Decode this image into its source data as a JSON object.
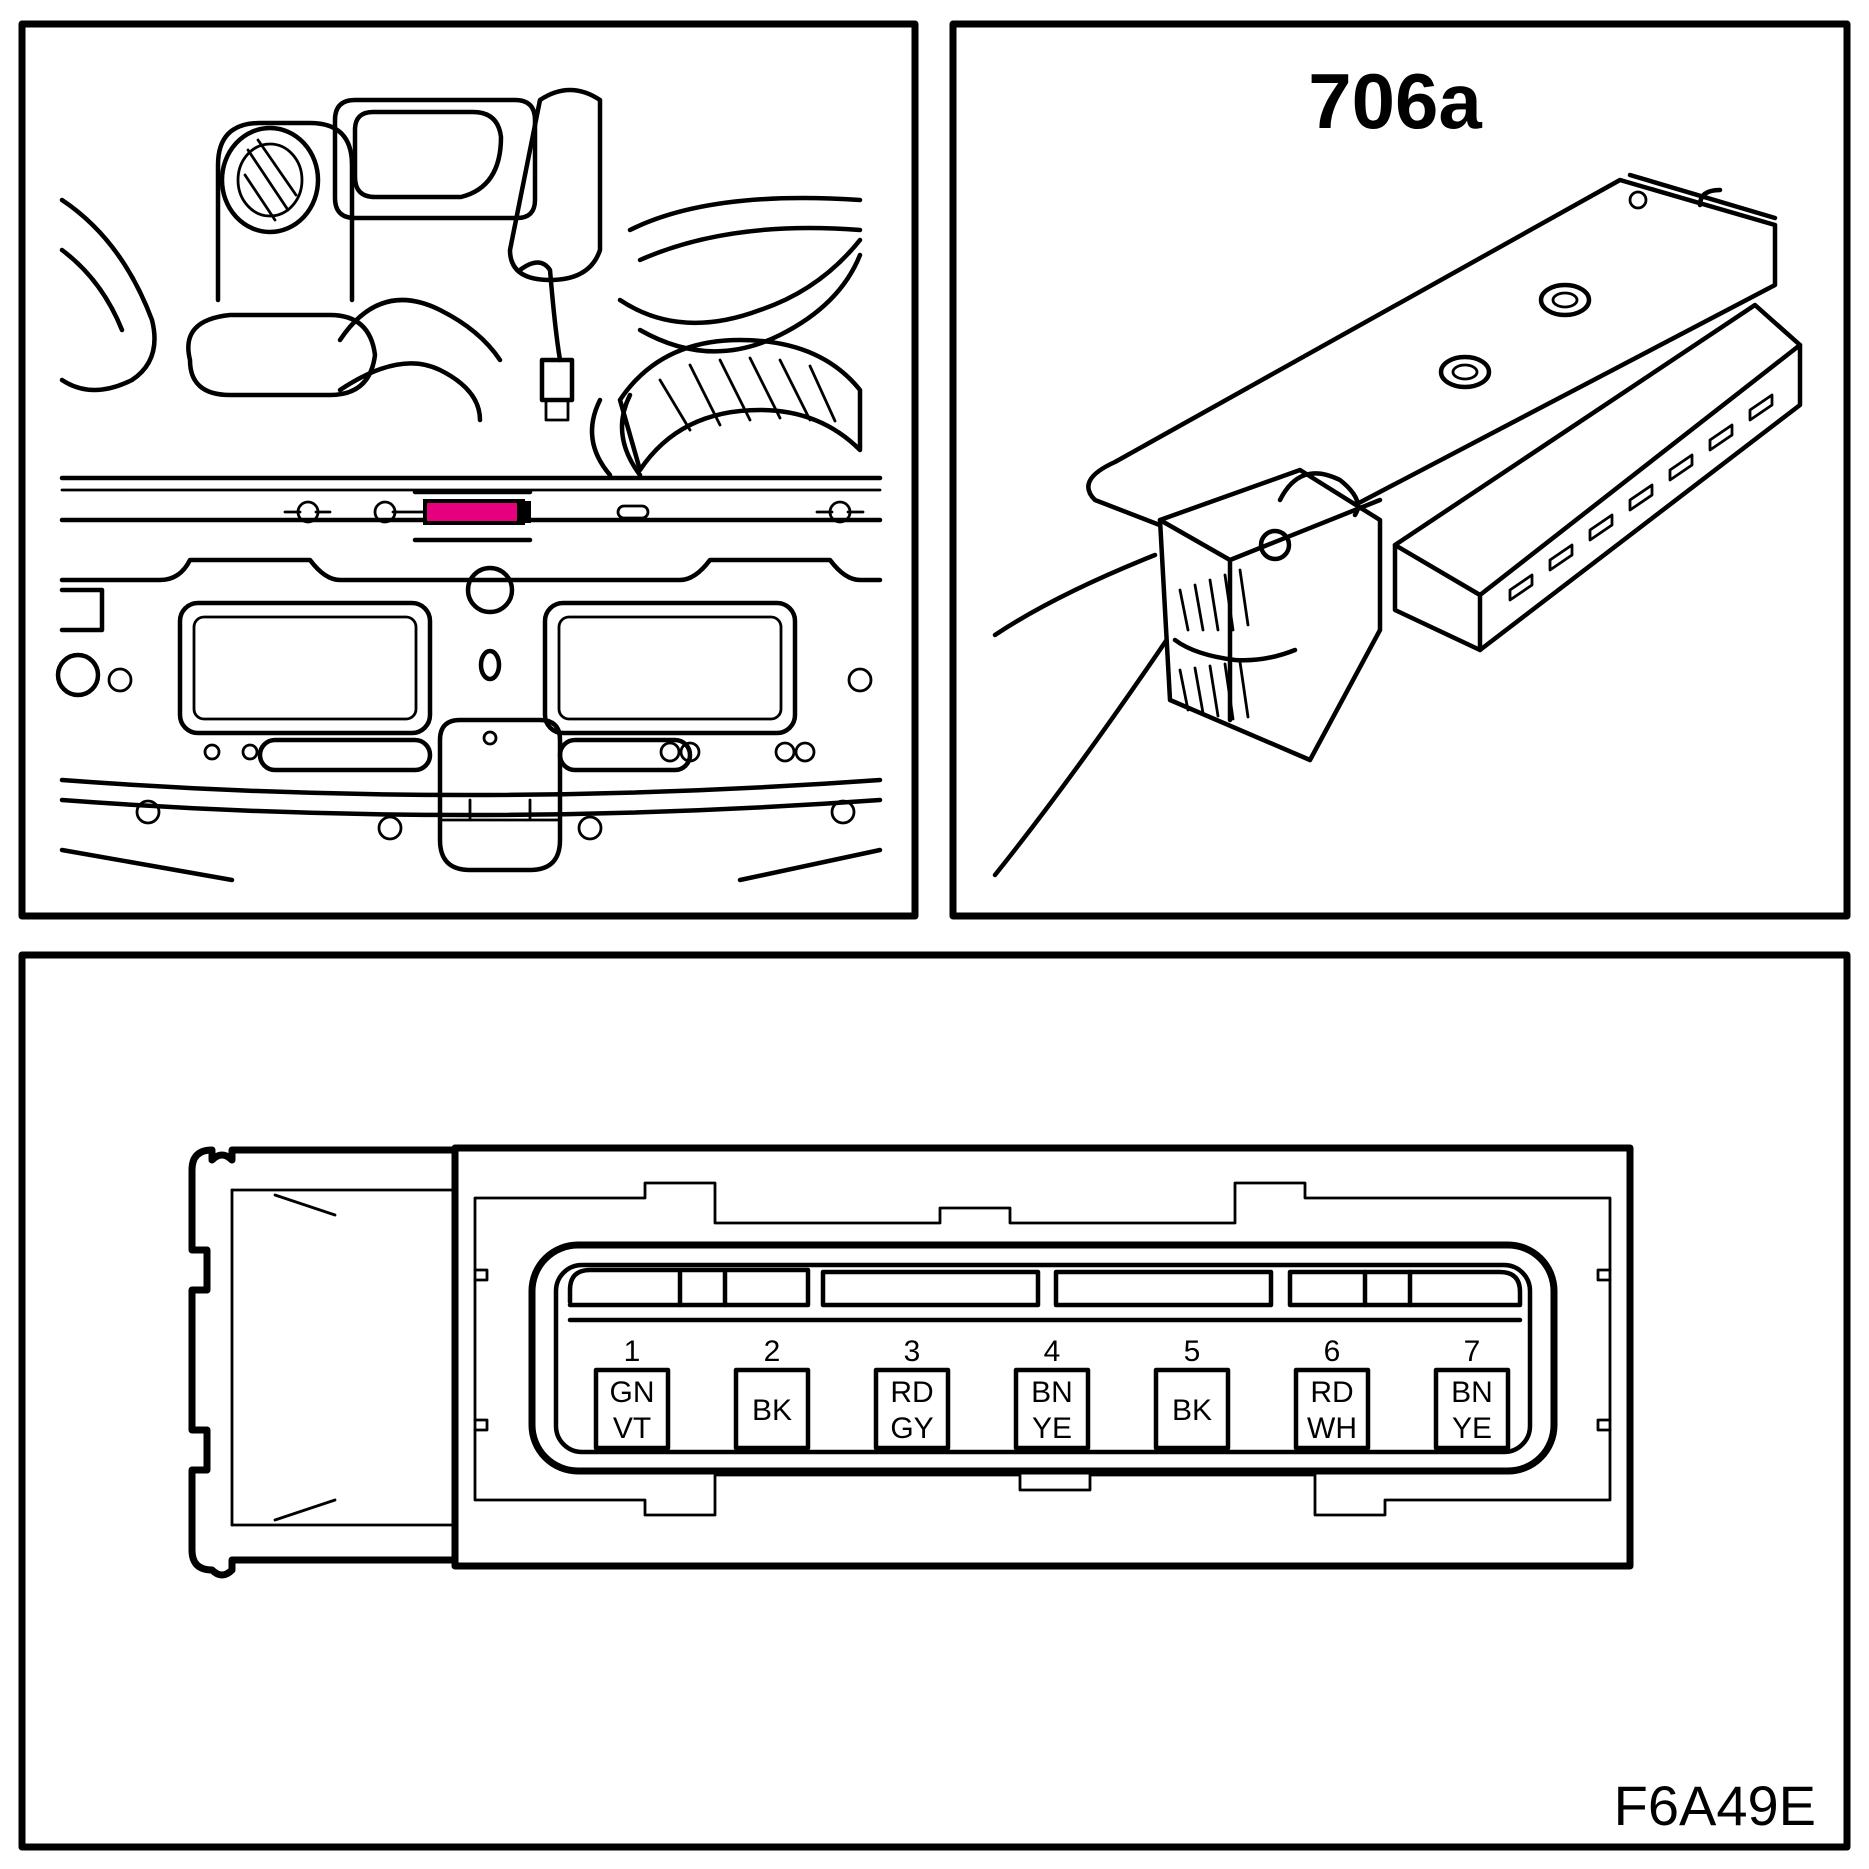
{
  "connector_title": "706a",
  "figure_code": "F6A49E",
  "highlight_color": "#e6007e",
  "pins": [
    {
      "number": "1",
      "color_top": "GN",
      "color_bottom": "VT"
    },
    {
      "number": "2",
      "color_top": "BK",
      "color_bottom": ""
    },
    {
      "number": "3",
      "color_top": "RD",
      "color_bottom": "GY"
    },
    {
      "number": "4",
      "color_top": "BN",
      "color_bottom": "YE"
    },
    {
      "number": "5",
      "color_top": "BK",
      "color_bottom": ""
    },
    {
      "number": "6",
      "color_top": "RD",
      "color_bottom": "WH"
    },
    {
      "number": "7",
      "color_top": "BN",
      "color_bottom": "YE"
    }
  ]
}
